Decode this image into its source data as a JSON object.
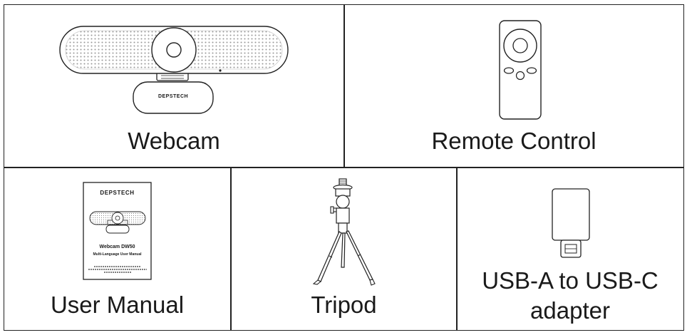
{
  "items": {
    "webcam": {
      "label": "Webcam",
      "brand": "DEPSTECH"
    },
    "remote": {
      "label": "Remote Control"
    },
    "manual": {
      "label": "User Manual",
      "brand": "DEPSTECH",
      "title": "Webcam DW50",
      "subtitle": "Multi-Language User Manual"
    },
    "tripod": {
      "label": "Tripod"
    },
    "adapter": {
      "label_line1": "USB-A to USB-C",
      "label_line2": "adapter"
    }
  },
  "colors": {
    "line": "#222222",
    "speaker_dot": "#9a9a9a",
    "background": "#ffffff"
  }
}
